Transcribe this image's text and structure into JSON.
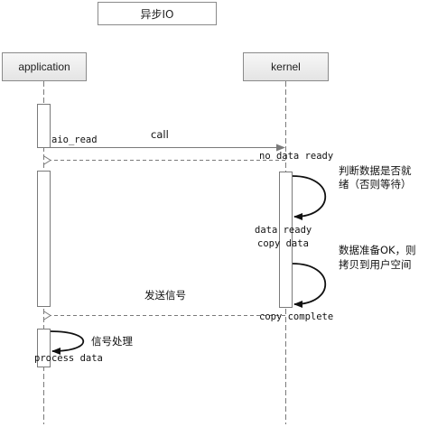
{
  "title": "异步IO",
  "participants": {
    "application": "application",
    "kernel": "kernel"
  },
  "messages": {
    "call": "call",
    "aio_read": "aio_read",
    "no_data_ready": "no data ready",
    "judge_note_line1": "判断数据是否就",
    "judge_note_line2": "绪（否则等待）",
    "data_ready": "data ready",
    "copy_data": "copy data",
    "copy_note_line1": "数据准备OK，则",
    "copy_note_line2": "拷贝到用户空间",
    "send_signal": "发送信号",
    "copy_complete": "copy complete",
    "signal_handling": "信号处理",
    "process_data": "process data"
  },
  "colors": {
    "line": "#7a7a7a",
    "arrow": "#333333",
    "box_border": "#8a8a8a"
  }
}
